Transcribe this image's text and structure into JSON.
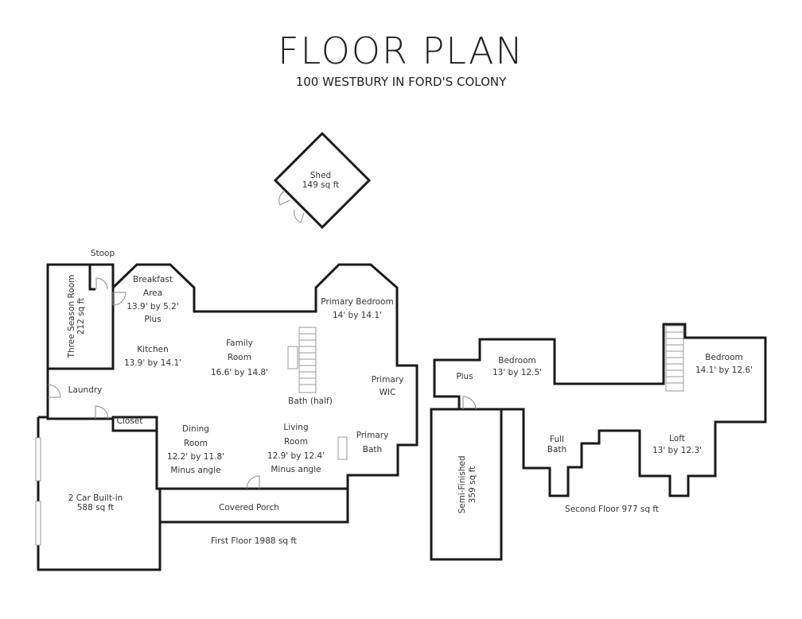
{
  "header": {
    "title": "FLOOR PLAN",
    "subtitle": "100 WESTBURY IN FORD'S COLONY"
  },
  "shed": {
    "name": "Shed",
    "area": "149 sq ft"
  },
  "first_floor": {
    "total": "First Floor 1988 sq ft",
    "stoop": "Stoop",
    "three_season": {
      "name": "Three Season Room",
      "area": "212 sq ft"
    },
    "breakfast": {
      "l1": "Breakfast",
      "l2": "Area",
      "dim": "13.9' by 5.2'",
      "extra": "Plus"
    },
    "kitchen": {
      "name": "Kitchen",
      "dim": "13.9' by 14.1'"
    },
    "family": {
      "l1": "Family",
      "l2": "Room",
      "dim": "16.6' by 14.8'"
    },
    "primary_bedroom": {
      "name": "Primary Bedroom",
      "dim": "14' by 14.1'"
    },
    "bath_half": "Bath (half)",
    "primary_wic": {
      "l1": "Primary",
      "l2": "WIC"
    },
    "laundry": "Laundry",
    "closet": "Closet",
    "dining": {
      "l1": "Dining",
      "l2": "Room",
      "dim": "12.2' by 11.8'",
      "note": "Minus angle"
    },
    "living": {
      "l1": "Living",
      "l2": "Room",
      "dim": "12.9' by 12.4'",
      "note": "Minus angle"
    },
    "primary_bath": {
      "l1": "Primary",
      "l2": "Bath"
    },
    "garage": {
      "name": "2 Car Built-in",
      "area": "588 sq ft"
    },
    "porch": "Covered Porch"
  },
  "second_floor": {
    "total": "Second Floor 977 sq ft",
    "plus": "Plus",
    "bedroom1": {
      "name": "Bedroom",
      "dim": "13' by 12.5'"
    },
    "bedroom2": {
      "name": "Bedroom",
      "dim": "14.1' by 12.6'"
    },
    "full_bath": {
      "l1": "Full",
      "l2": "Bath"
    },
    "loft": {
      "name": "Loft",
      "dim": "13' by 12.3'"
    },
    "semi_finished": {
      "name": "Semi-Finished",
      "area": "359 sq ft"
    }
  }
}
